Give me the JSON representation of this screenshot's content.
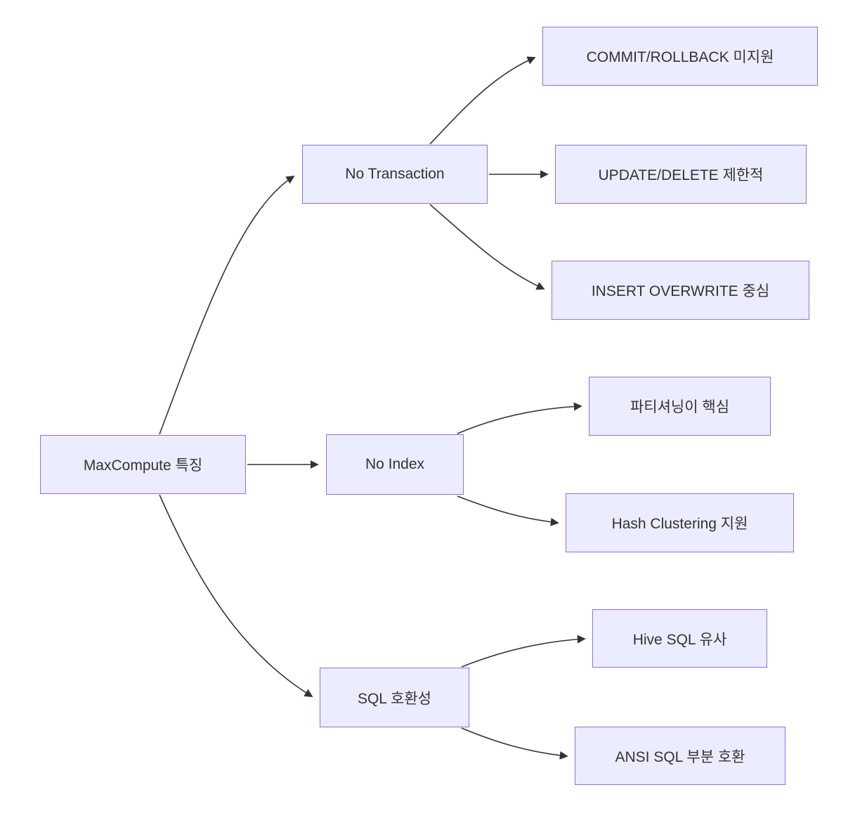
{
  "diagram": {
    "title": "MaxCompute characteristics mindmap",
    "root": {
      "label": "MaxCompute 특징"
    },
    "branches": [
      {
        "label": "No Transaction",
        "children": [
          "COMMIT/ROLLBACK 미지원",
          "UPDATE/DELETE 제한적",
          "INSERT OVERWRITE 중심"
        ]
      },
      {
        "label": "No Index",
        "children": [
          "파티셔닝이 핵심",
          "Hash Clustering 지원"
        ]
      },
      {
        "label": "SQL 호환성",
        "children": [
          "Hive SQL 유사",
          "ANSI SQL 부분 호환"
        ]
      }
    ],
    "colors": {
      "node_fill": "#ECECFF",
      "node_border": "#9370DB",
      "edge": "#333333",
      "text": "#333333",
      "background": "#ffffff"
    }
  }
}
